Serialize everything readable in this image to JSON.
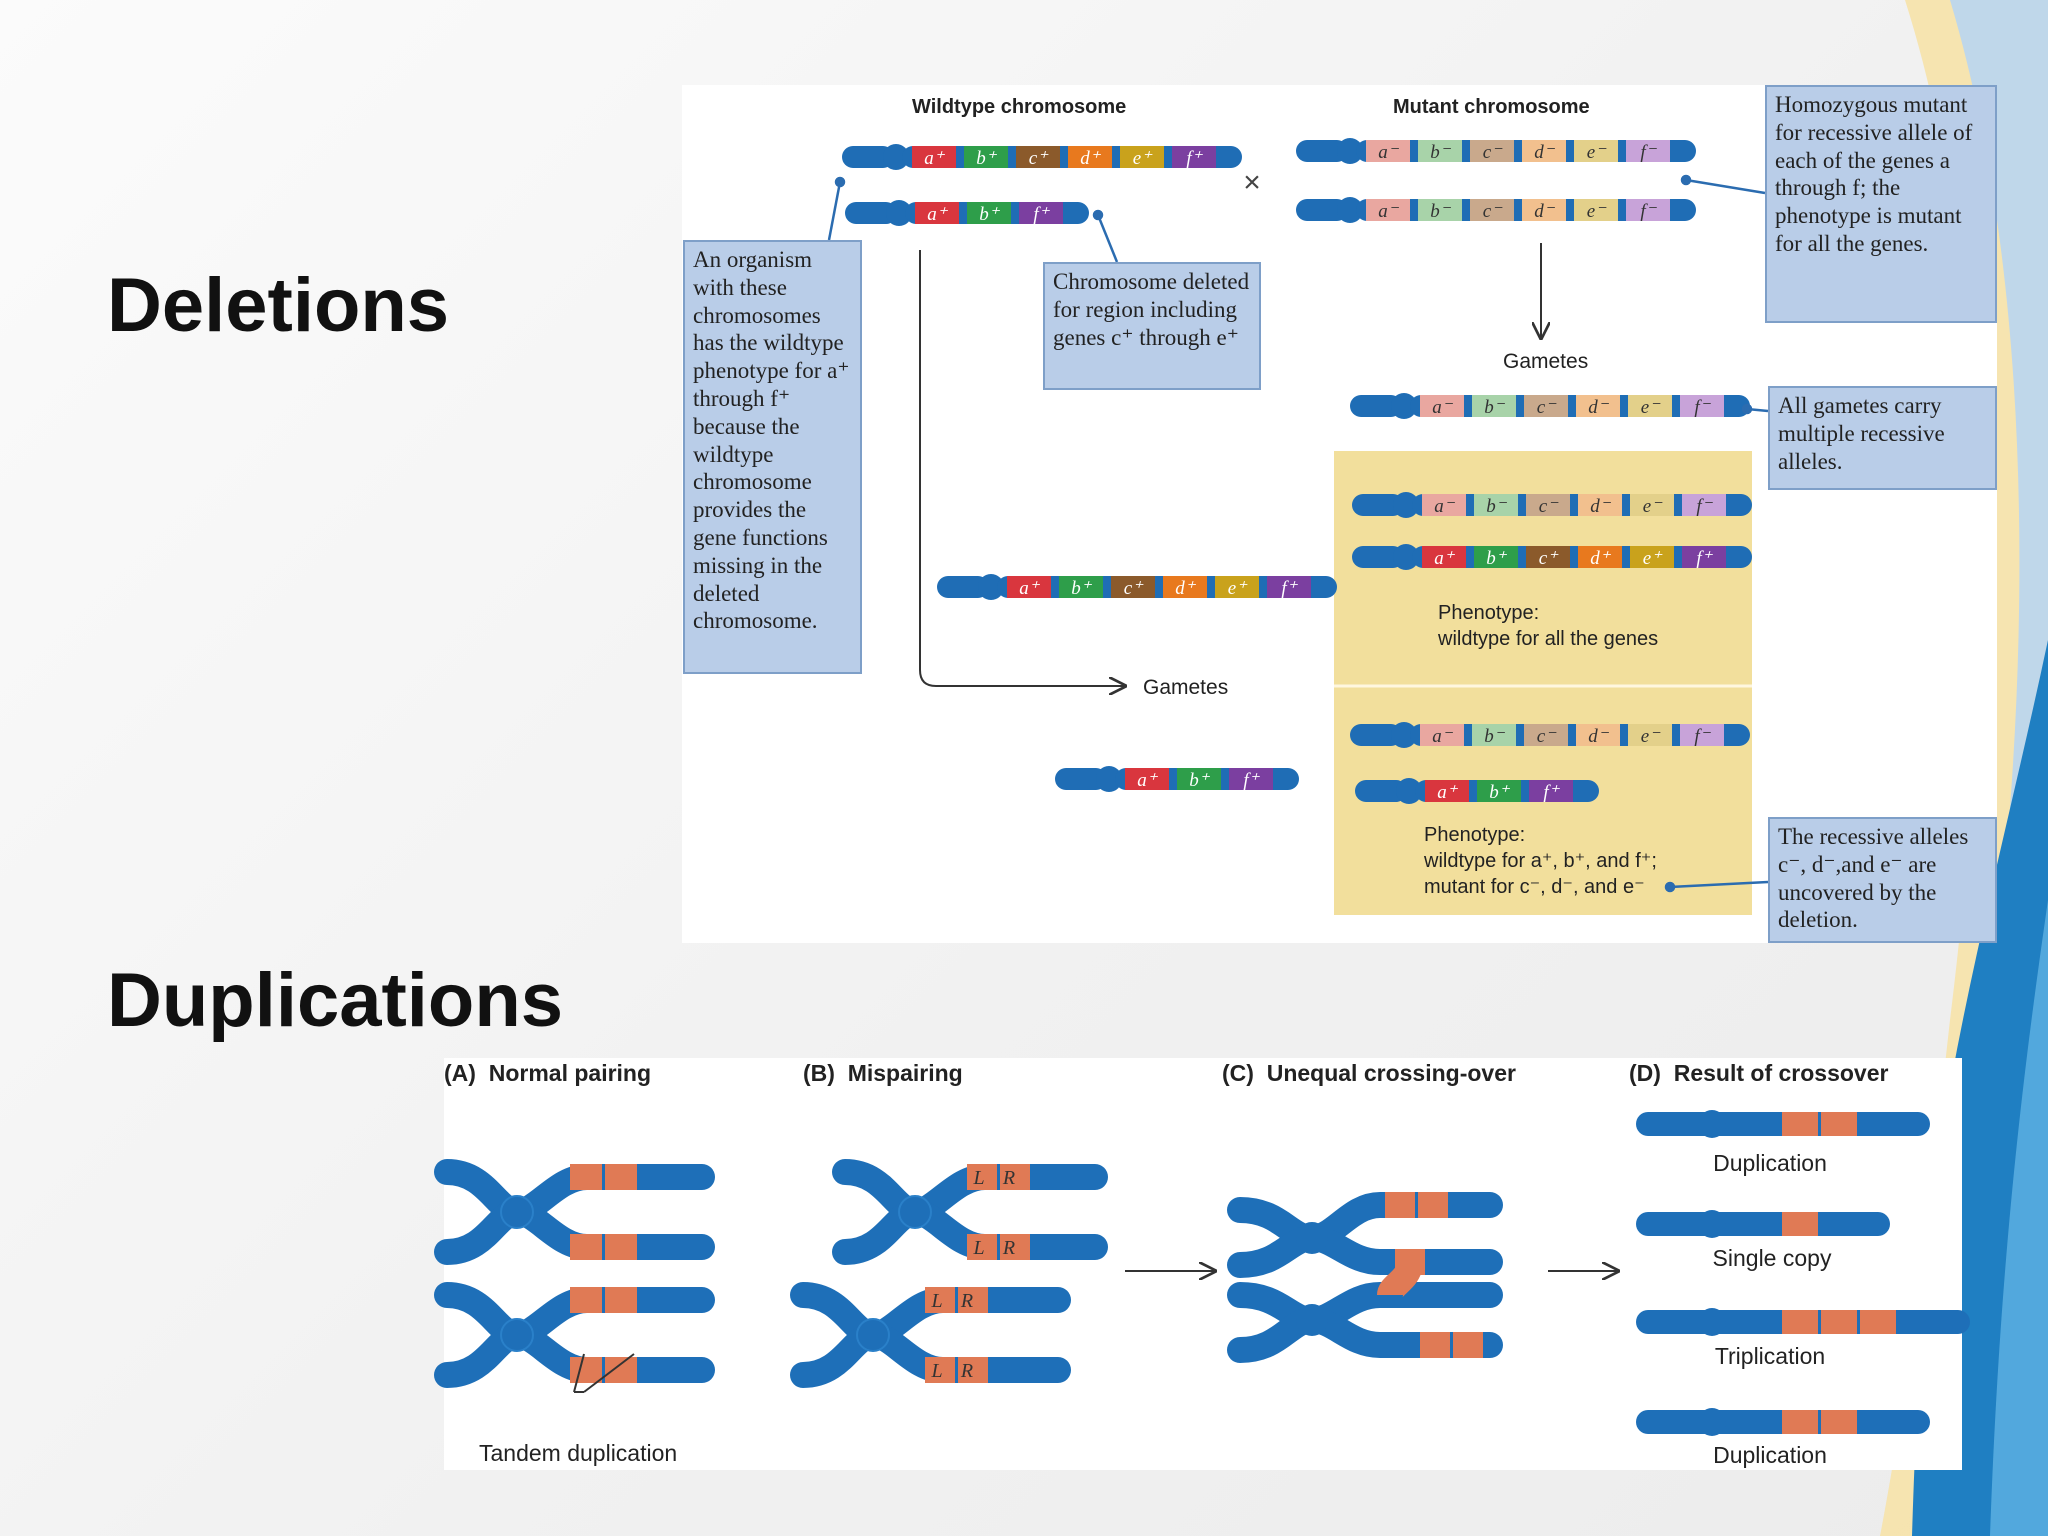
{
  "headings": {
    "deletions": "Deletions",
    "duplications": "Duplications"
  },
  "deletion_figure": {
    "wildtype_title": "Wildtype chromosome",
    "mutant_title": "Mutant chromosome",
    "cross_symbol": "×",
    "gametes_label_right": "Gametes",
    "gametes_label_left": "Gametes",
    "phenotype_1": "Phenotype:\nwildtype for all the genes",
    "phenotype_2": "Phenotype:\nwildtype for a⁺,  b⁺, and f⁺;\nmutant for c⁻, d⁻, and e⁻",
    "note_organism": "An organism with these chromosomes has the wildtype phenotype for a⁺ through f⁺ because the wildtype chromosome provides the gene functions missing in the deleted chromosome.",
    "note_deleted": "Chromosome deleted for region including genes c⁺ through e⁺",
    "note_homozygous": "Homozygous mutant for recessive allele of each of the genes a through f; the phenotype is mutant for all the genes.",
    "note_gametes": "All gametes carry multiple recessive alleles.",
    "note_recessive": "The recessive alleles c⁻, d⁻,and e⁻ are uncovered by the deletion.",
    "gene_colors": {
      "a": "#d9363e",
      "b": "#2e9e4a",
      "c": "#8b5a2b",
      "d": "#e8791e",
      "e": "#c9a21c",
      "f": "#7b3fa0"
    },
    "mutant_gene_colors": {
      "a": "#e9a7a0",
      "b": "#a8d3a9",
      "c": "#c9a98c",
      "d": "#f2c08e",
      "e": "#e3d08a",
      "f": "#c8a3d9"
    },
    "chromosomes": [
      {
        "id": "wt-full",
        "genes": [
          "a⁺",
          "b⁺",
          "c⁺",
          "d⁺",
          "e⁺",
          "f⁺"
        ]
      },
      {
        "id": "wt-deleted",
        "genes": [
          "a⁺",
          "b⁺",
          "f⁺"
        ]
      },
      {
        "id": "mutant-1",
        "genes": [
          "a⁻",
          "b⁻",
          "c⁻",
          "d⁻",
          "e⁻",
          "f⁻"
        ]
      },
      {
        "id": "mutant-2",
        "genes": [
          "a⁻",
          "b⁻",
          "c⁻",
          "d⁻",
          "e⁻",
          "f⁻"
        ]
      },
      {
        "id": "gamete-mutant",
        "genes": [
          "a⁻",
          "b⁻",
          "c⁻",
          "d⁻",
          "e⁻",
          "f⁻"
        ]
      },
      {
        "id": "box1-mutant",
        "genes": [
          "a⁻",
          "b⁻",
          "c⁻",
          "d⁻",
          "e⁻",
          "f⁻"
        ]
      },
      {
        "id": "box1-wildtype",
        "genes": [
          "a⁺",
          "b⁺",
          "c⁺",
          "d⁺",
          "e⁺",
          "f⁺"
        ]
      },
      {
        "id": "gamete-wt-full",
        "genes": [
          "a⁺",
          "b⁺",
          "c⁺",
          "d⁺",
          "e⁺",
          "f⁺"
        ]
      },
      {
        "id": "box2-mutant",
        "genes": [
          "a⁻",
          "b⁻",
          "c⁻",
          "d⁻",
          "e⁻",
          "f⁻"
        ]
      },
      {
        "id": "box2-deleted",
        "genes": [
          "a⁺",
          "b⁺",
          "f⁺"
        ]
      },
      {
        "id": "gamete-wt-deleted",
        "genes": [
          "a⁺",
          "b⁺",
          "f⁺"
        ]
      }
    ]
  },
  "duplication_figure": {
    "panels": [
      {
        "letter": "(A)",
        "title": "Normal pairing"
      },
      {
        "letter": "(B)",
        "title": "Mispairing"
      },
      {
        "letter": "(C)",
        "title": "Unequal crossing-over"
      },
      {
        "letter": "(D)",
        "title": "Result of crossover"
      }
    ],
    "tandem_label": "Tandem duplication",
    "segment_letters": {
      "left": "L",
      "right": "R"
    },
    "results": [
      "Duplication",
      "Single copy",
      "Triplication",
      "Duplication"
    ],
    "chromosome_color": "#1e6fb8",
    "segment_color": "#e07a55"
  }
}
